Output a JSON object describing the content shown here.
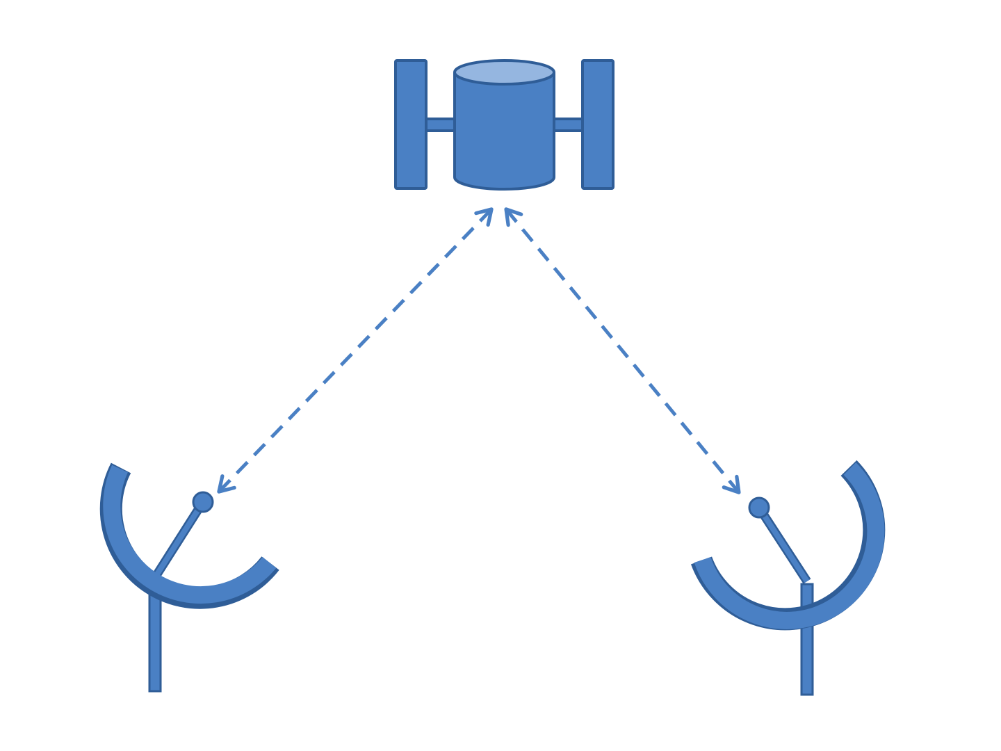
{
  "diagram": {
    "title": "",
    "nodes": [
      {
        "id": "satellite",
        "kind": "satellite-icon"
      },
      {
        "id": "ground-station-left",
        "kind": "satellite-dish-icon"
      },
      {
        "id": "ground-station-right",
        "kind": "satellite-dish-icon"
      }
    ],
    "links": [
      {
        "from": "satellite",
        "to": "ground-station-left",
        "style": "dashed",
        "direction": "bidirectional"
      },
      {
        "from": "satellite",
        "to": "ground-station-right",
        "style": "dashed",
        "direction": "bidirectional"
      }
    ],
    "colors": {
      "fill": "#4a80c4",
      "stroke": "#2f5d97",
      "highlight": "#95b6e0",
      "link": "#4a80c4"
    }
  }
}
